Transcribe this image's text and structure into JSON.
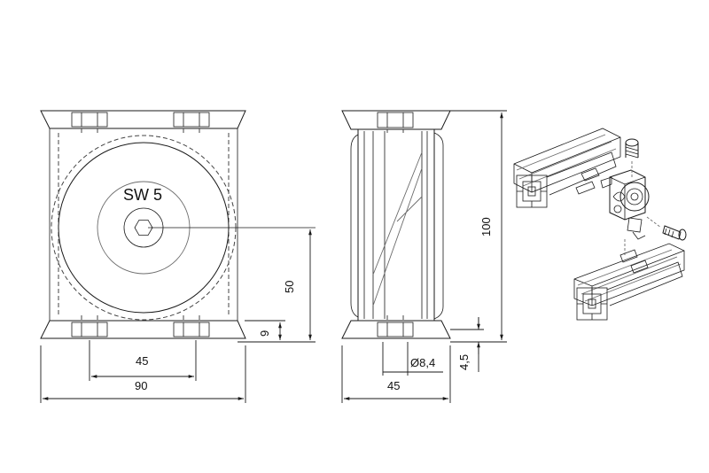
{
  "front_view": {
    "label_sw": "SW 5",
    "dim_45": "45",
    "dim_90": "90",
    "dim_50": "50",
    "dim_9": "9"
  },
  "side_view": {
    "dim_45": "45",
    "dim_diameter": "Ø8,4",
    "dim_100": "100",
    "dim_4_5": "4,5"
  },
  "colors": {
    "line": "#1a1a1a",
    "hidden_line": "#444444",
    "grey_line": "#6b6b6b",
    "background": "#ffffff"
  }
}
